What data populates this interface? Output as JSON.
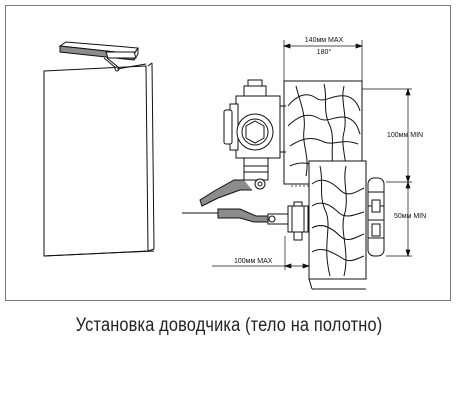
{
  "diagram": {
    "dim_top_max": "140мм MAX",
    "dim_angle": "180°",
    "dim_right_min": "100мм MIN",
    "dim_right_lower_min": "50мм MIN",
    "dim_bottom_max": "100мм MAX"
  },
  "caption": "Установка доводчика (тело на полотно)",
  "colors": {
    "line": "#111111",
    "frame": "#7a7a7a",
    "gray_fill": "#8c8c8c"
  }
}
